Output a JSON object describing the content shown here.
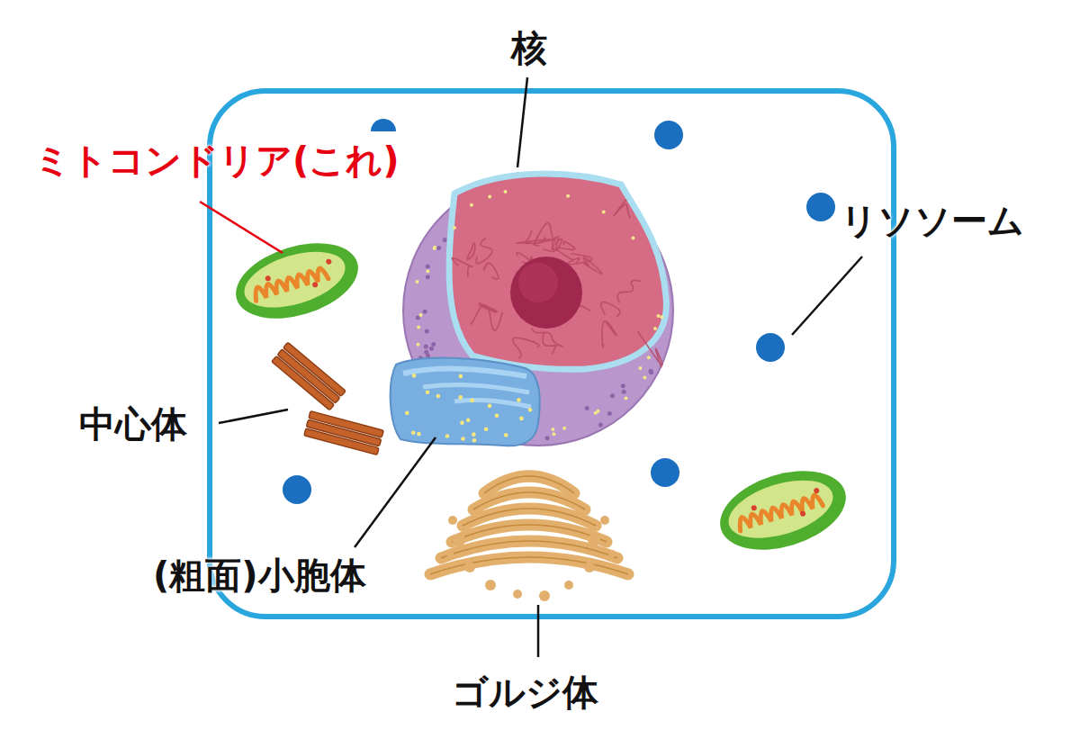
{
  "diagram": {
    "labels": [
      "核",
      "ミトコンドリア(これ)",
      "リソソーム",
      "中心体",
      "(粗面)小胞体",
      "ゴルジ体"
    ]
  }
}
